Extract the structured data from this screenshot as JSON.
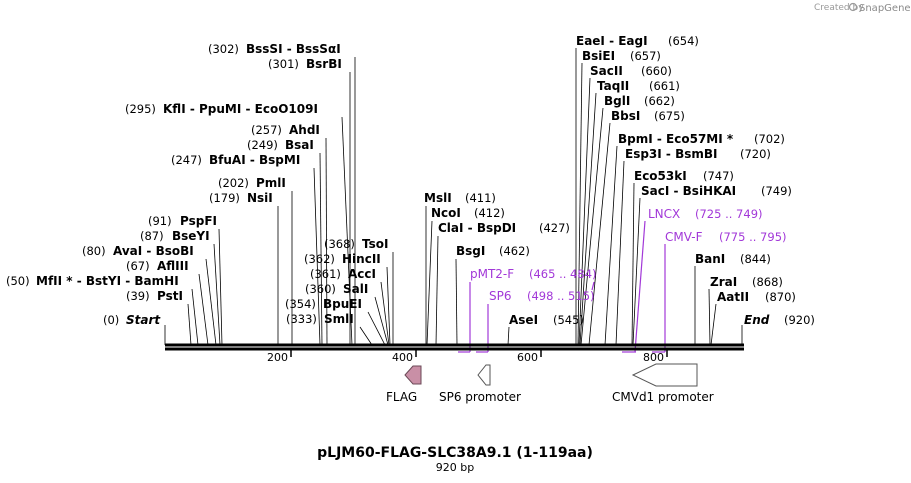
{
  "credit": {
    "prefix": "Created by",
    "brand": "SnapGene"
  },
  "title": "pLJM60-FLAG-SLC38A9.1 (1-119aa)",
  "subtitle": "920 bp",
  "ends": {
    "start_label": "Start",
    "start_pos": "(0)",
    "end_label": "End",
    "end_pos": "(920)"
  },
  "axis_ticks": [
    "200",
    "400",
    "600",
    "800"
  ],
  "sites": [
    {
      "name": "BssSI  -  BssSαI",
      "pos": "(302)"
    },
    {
      "name": "BsrBI",
      "pos": "(301)"
    },
    {
      "name": "KflI  -  PpuMI  -  EcoO109I",
      "pos": "(295)"
    },
    {
      "name": "AhdI",
      "pos": "(257)"
    },
    {
      "name": "BsaI",
      "pos": "(249)"
    },
    {
      "name": "BfuAI  -  BspMI",
      "pos": "(247)"
    },
    {
      "name": "PmlI",
      "pos": "(202)"
    },
    {
      "name": "NsiI",
      "pos": "(179)"
    },
    {
      "name": "PspFI",
      "pos": "(91)"
    },
    {
      "name": "BseYI",
      "pos": "(87)"
    },
    {
      "name": "AvaI  -  BsoBI",
      "pos": "(80)"
    },
    {
      "name": "AflIII",
      "pos": "(67)"
    },
    {
      "name": "MfII *  -  BstYI  -  BamHI",
      "pos": "(50)"
    },
    {
      "name": "PstI",
      "pos": "(39)"
    },
    {
      "name": "TsoI",
      "pos": "(368)"
    },
    {
      "name": "HincII",
      "pos": "(362)"
    },
    {
      "name": "AccI",
      "pos": "(361)"
    },
    {
      "name": "SalI",
      "pos": "(360)"
    },
    {
      "name": "BpuEI",
      "pos": "(354)"
    },
    {
      "name": "SmlI",
      "pos": "(333)"
    },
    {
      "name": "MslI",
      "pos": "(411)"
    },
    {
      "name": "NcoI",
      "pos": "(412)"
    },
    {
      "name": "ClaI  -  BspDI",
      "pos": "(427)"
    },
    {
      "name": "BsgI",
      "pos": "(462)"
    },
    {
      "name": "AseI",
      "pos": "(545)"
    },
    {
      "name": "EaeI  -  EagI",
      "pos": "(654)"
    },
    {
      "name": "BsiEI",
      "pos": "(657)"
    },
    {
      "name": "SacII",
      "pos": "(660)"
    },
    {
      "name": "TaqII",
      "pos": "(661)"
    },
    {
      "name": "BglI",
      "pos": "(662)"
    },
    {
      "name": "BbsI",
      "pos": "(675)"
    },
    {
      "name": "BpmI  -  Eco57MI *",
      "pos": "(702)"
    },
    {
      "name": "Esp3I  -  BsmBI",
      "pos": "(720)"
    },
    {
      "name": "Eco53kI",
      "pos": "(747)"
    },
    {
      "name": "SacI  -  BsiHKAI",
      "pos": "(749)"
    },
    {
      "name": "BanI",
      "pos": "(844)"
    },
    {
      "name": "ZraI",
      "pos": "(868)"
    },
    {
      "name": "AatII",
      "pos": "(870)"
    }
  ],
  "primers": [
    {
      "name": "pMT2-F",
      "range": "(465 .. 484)"
    },
    {
      "name": "SP6",
      "range": "(498 .. 515)"
    },
    {
      "name": "LNCX",
      "range": "(725 .. 749)"
    },
    {
      "name": "CMV-F",
      "range": "(775 .. 795)"
    }
  ],
  "features": [
    {
      "name": "FLAG",
      "color": "#c98fa6"
    },
    {
      "name": "SP6 promoter",
      "color": "#ffffff"
    },
    {
      "name": "CMVd1 promoter",
      "color": "#ffffff"
    }
  ],
  "colors": {
    "primer": "#a238d8",
    "flag": "#c98fa6",
    "backbone": "#000000"
  }
}
